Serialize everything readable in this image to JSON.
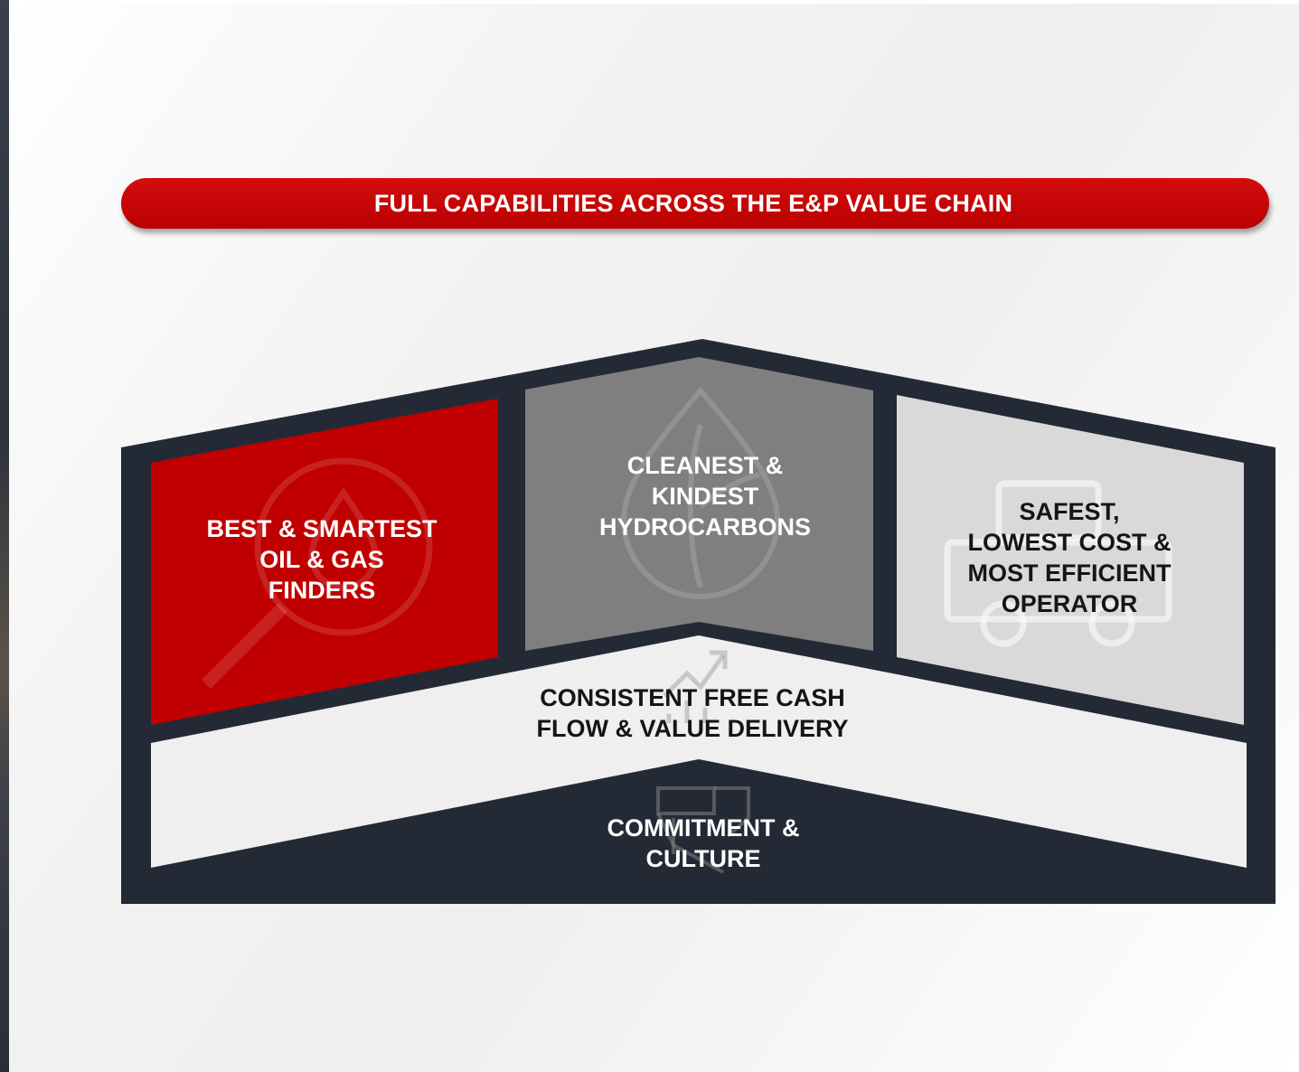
{
  "banner": {
    "title": "FULL CAPABILITIES ACROSS THE E&P VALUE CHAIN"
  },
  "pillars": {
    "finders": "BEST & SMARTEST\nOIL & GAS\nFINDERS",
    "hydrocarbons": "CLEANEST &\nKINDEST\nHYDROCARBONS",
    "operator": "SAFEST,\nLOWEST COST &\nMOST EFFICIENT\nOPERATOR"
  },
  "band": {
    "cash_flow": "CONSISTENT FREE CASH\nFLOW & VALUE DELIVERY"
  },
  "foundation": {
    "culture": "COMMITMENT &\nCULTURE"
  },
  "icons": [
    "magnifier-drop-icon",
    "leaf-drop-icon",
    "trending-chart-icon",
    "oil-pump-truck-icon",
    "handshake-icon"
  ],
  "colors": {
    "red": "#c00000",
    "navy": "#242a35",
    "grey": "#7f7f7f",
    "light_grey": "#d9d9d9",
    "band": "#efeff0",
    "white": "#ffffff"
  }
}
